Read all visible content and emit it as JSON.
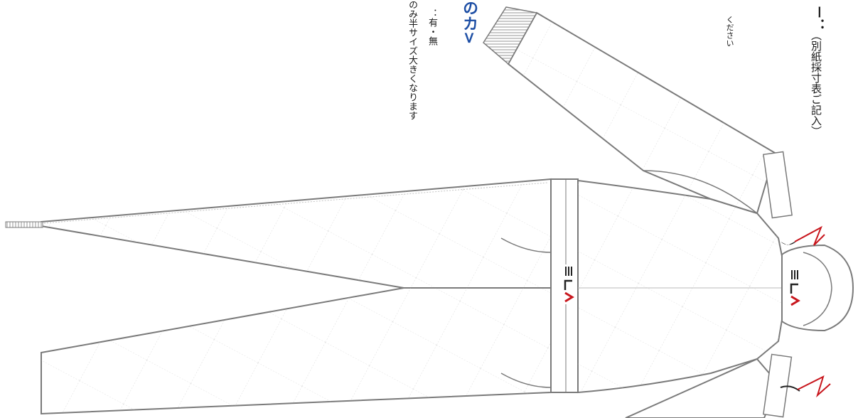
{
  "text": {
    "section_heading": "のカ>",
    "option_line": "：有・無",
    "size_note": "のみ半サイズ大きくなります",
    "instruction_tail": "ください",
    "measure_label_marker": "ー：",
    "measure_note": "（別紙採寸表ご記入）"
  },
  "colors": {
    "heading_blue": "#1e4fa5",
    "outline": "#7a7a7a",
    "stitch": "#b9b9b9",
    "logo_red": "#c8161d"
  }
}
